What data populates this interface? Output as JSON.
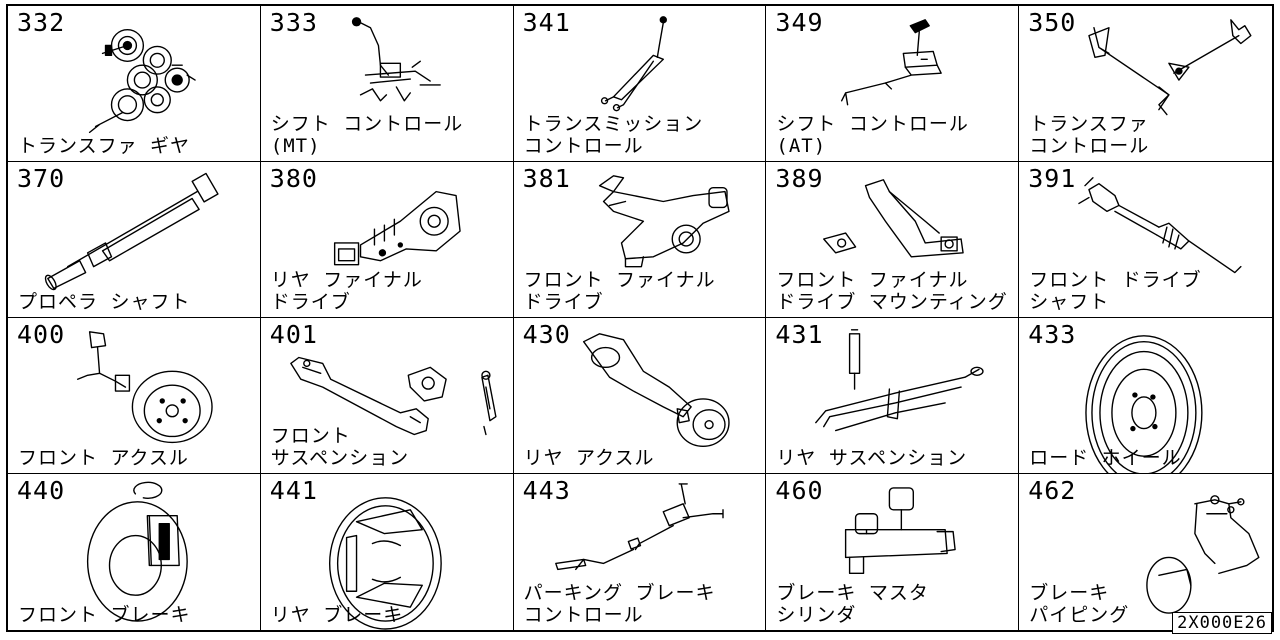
{
  "parts": [
    {
      "code": "332",
      "label": [
        "トランスファ ギヤ"
      ],
      "icon": "gear-cluster-icon"
    },
    {
      "code": "333",
      "label": [
        "シフト コントロール",
        "(MT)"
      ],
      "icon": "shift-lever-mt-icon"
    },
    {
      "code": "341",
      "label": [
        "トランスミッション",
        "コントロール"
      ],
      "icon": "transmission-control-icon"
    },
    {
      "code": "349",
      "label": [
        "シフト コントロール",
        "(AT)"
      ],
      "icon": "shift-lever-at-icon"
    },
    {
      "code": "350",
      "label": [
        "トランスファ",
        "コントロール"
      ],
      "icon": "transfer-control-icon"
    },
    {
      "code": "370",
      "label": [
        "プロペラ シャフト"
      ],
      "icon": "propeller-shaft-icon"
    },
    {
      "code": "380",
      "label": [
        "リヤ ファイナル",
        "ドライブ"
      ],
      "icon": "rear-differential-icon"
    },
    {
      "code": "381",
      "label": [
        "フロント ファイナル",
        "ドライブ"
      ],
      "icon": "front-differential-icon"
    },
    {
      "code": "389",
      "label": [
        "フロント ファイナル",
        "ドライブ マウンティング"
      ],
      "icon": "differential-mount-icon"
    },
    {
      "code": "391",
      "label": [
        "フロント ドライブ",
        "シャフト"
      ],
      "icon": "drive-shaft-icon"
    },
    {
      "code": "400",
      "label": [
        "フロント アクスル"
      ],
      "icon": "front-axle-hub-icon"
    },
    {
      "code": "401",
      "label": [
        "フロント",
        "サスペンション"
      ],
      "icon": "front-suspension-icon"
    },
    {
      "code": "430",
      "label": [
        "リヤ アクスル"
      ],
      "icon": "rear-axle-icon"
    },
    {
      "code": "431",
      "label": [
        "リヤ サスペンション"
      ],
      "icon": "leaf-spring-icon"
    },
    {
      "code": "433",
      "label": [
        "ロード ホイール"
      ],
      "icon": "road-wheel-icon"
    },
    {
      "code": "440",
      "label": [
        "フロント ブレーキ"
      ],
      "icon": "disc-brake-icon"
    },
    {
      "code": "441",
      "label": [
        "リヤ ブレーキ"
      ],
      "icon": "drum-brake-icon"
    },
    {
      "code": "443",
      "label": [
        "パーキング ブレーキ",
        "コントロール"
      ],
      "icon": "parking-brake-cable-icon"
    },
    {
      "code": "460",
      "label": [
        "ブレーキ マスタ",
        "シリンダ"
      ],
      "icon": "master-cylinder-icon"
    },
    {
      "code": "462",
      "label": [
        "ブレーキ",
        "パイピング"
      ],
      "icon": "brake-piping-icon"
    }
  ],
  "reference_code": "2X000E26"
}
